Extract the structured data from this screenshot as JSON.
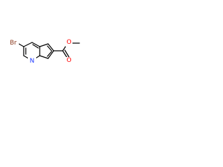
{
  "atoms": {
    "bromine": {
      "label": "Br",
      "color": "#8B3A1E"
    },
    "nitrogen": {
      "label": "N",
      "color": "#1a34ff"
    },
    "carbonyl_oxygen": {
      "label": "O",
      "color": "#ff0000"
    },
    "ester_oxygen": {
      "label": "O",
      "color": "#ff0000"
    }
  }
}
